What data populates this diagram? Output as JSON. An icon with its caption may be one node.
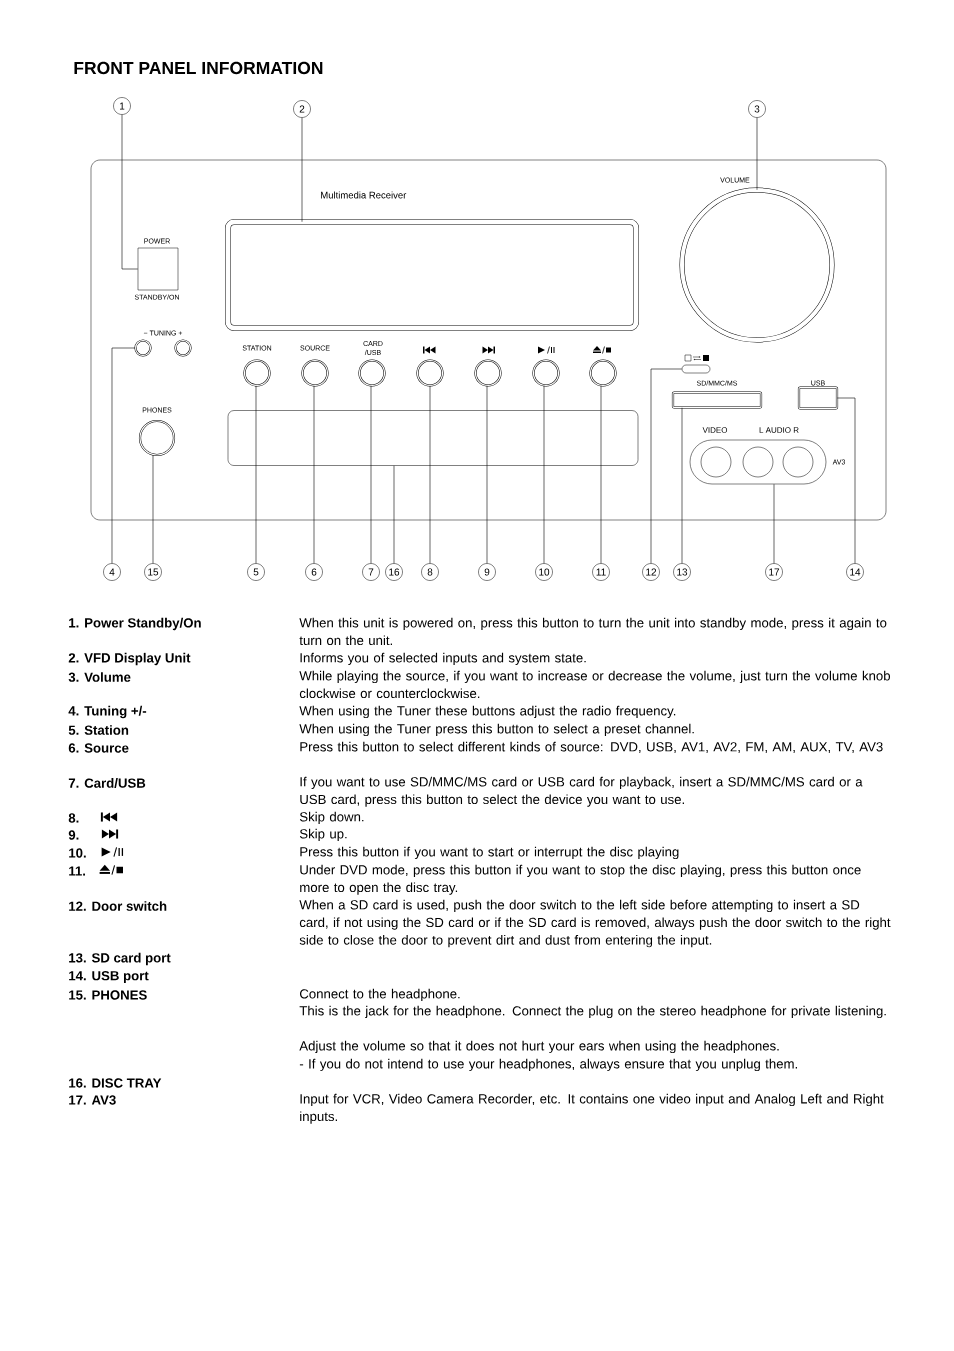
{
  "diagram": {
    "title": "FRONT PANEL INFORMATION",
    "nodes": [
      {
        "text": [
          "1"
        ]
      },
      {
        "text": [
          "2"
        ]
      },
      {
        "text": [
          "3"
        ]
      },
      {
        "text": [
          "4"
        ]
      },
      {
        "text": [
          "5"
        ]
      },
      {
        "text": [
          "6"
        ]
      },
      {
        "text": [
          "7"
        ]
      },
      {
        "text": [
          "8"
        ]
      },
      {
        "text": [
          "9"
        ]
      },
      {
        "text": [
          "10"
        ]
      },
      {
        "text": [
          "11"
        ]
      },
      {
        "text": [
          "12"
        ]
      },
      {
        "text": [
          "13"
        ]
      },
      {
        "text": [
          "14"
        ]
      },
      {
        "text": [
          "15"
        ]
      },
      {
        "text": [
          "16"
        ]
      },
      {
        "text": [
          "17"
        ]
      },
      {
        "text": [],
        "shape": "box",
        "beside": [
          "POWER",
          "STANDBY/ON"
        ]
      },
      {
        "text": [],
        "shape": "box"
      },
      {
        "text": [],
        "shape": "circle"
      },
      {
        "text": [],
        "shape": "circle"
      },
      {
        "text": [],
        "shape": "circle"
      },
      {
        "text": [],
        "shape": "circle"
      },
      {
        "text": [],
        "shape": "circle"
      },
      {
        "text": [],
        "shape": "circle"
      },
      {
        "text": [],
        "shape": "circle"
      },
      {
        "text": [],
        "shape": "circle"
      },
      {
        "text": [],
        "shape": "circle"
      },
      {
        "text": [],
        "shape": "box"
      },
      {
        "text": [],
        "shape": "box"
      },
      {
        "text": [],
        "shape": "box",
        "beside": [
          "USB"
        ]
      },
      {
        "text": [],
        "shape": "circle"
      },
      {
        "text": [],
        "shape": "box"
      },
      {
        "text": [],
        "shape": "box"
      },
      {
        "text": [],
        "shape": "circle"
      }
    ],
    "edges": [
      {
        "from": 0,
        "to": 17,
        "arrow": "none"
      },
      {
        "from": 1,
        "to": 18,
        "arrow": "none"
      },
      {
        "from": 2,
        "to": 19,
        "arrow": "none"
      },
      {
        "from": 3,
        "to": 20,
        "arrow": "none"
      },
      {
        "from": 4,
        "to": 21,
        "arrow": "none"
      },
      {
        "from": 5,
        "to": 22,
        "arrow": "none"
      },
      {
        "from": 6,
        "to": 23,
        "arrow": "none"
      },
      {
        "from": 7,
        "to": 24,
        "arrow": "none"
      },
      {
        "from": 8,
        "to": 25,
        "arrow": "none"
      },
      {
        "from": 9,
        "to": 26,
        "arrow": "none"
      },
      {
        "from": 10,
        "to": 27,
        "arrow": "none"
      },
      {
        "from": 11,
        "to": 28,
        "arrow": "none"
      },
      {
        "from": 12,
        "to": 29,
        "arrow": "none"
      },
      {
        "from": 13,
        "to": 30,
        "arrow": "none"
      },
      {
        "from": 14,
        "to": 31,
        "arrow": "none"
      },
      {
        "from": 15,
        "to": 32,
        "arrow": "none"
      },
      {
        "from": 16,
        "to": 33,
        "arrow": "none"
      }
    ],
    "labels": [
      "Multimedia Receiver",
      "VOLUME",
      "− TUNING +",
      "STATION",
      "SOURCE",
      "CARD /USB",
      "PHONES",
      "SD/MMC/MS",
      "VIDEO",
      "L AUDIO R",
      "AV3",
      "1. Power Standby/On",
      "When this unit is powered on, press this button to turn the unit into standby mode, press it again to turn on the unit.",
      "2. VFD Display Unit",
      "Informs you of selected inputs and system state.",
      "3. Volume",
      "While playing the source, if you want to increase or decrease the volume, just turn the volume knob clockwise or counterclockwise.",
      "4. Tuning +/-",
      "When using the Tuner these buttons adjust the radio frequency.",
      "5. Station",
      "When using the Tuner press this button to select a preset channel.",
      "6. Source",
      "Press this button to select different kinds of source: DVD, USB, AV1, AV2, FM, AM, AUX, TV, AV3",
      "7. Card/USB",
      "If you want to use SD/MMC/MS card or USB card for playback, insert a SD/MMC/MS card or a USB card, press this button to select the device you want to use.",
      "8.",
      "Skip down.",
      "9.",
      "Skip up.",
      "10.",
      "Press this button if you want to start or interrupt the disc playing",
      "11.",
      "Under DVD mode, press this button if you want to stop the disc playing, press this button once more to open the disc tray.",
      "12. Door switch",
      "When a SD card is used, push the door switch to the left side before attempting to insert a SD card, if not using the SD card or if the SD card is removed, always push the door switch to the right side to close the door to prevent dirt and dust from entering the input.",
      "13. SD card port",
      "14. USB port",
      "15. PHONES",
      "Connect to the headphone.",
      "This is the jack for the headphone. Connect the plug on the stereo headphone for private listening.",
      "Adjust the volume so that it does not hurt your ears when using the headphones.",
      "- If you do not intend to use your headphones, always ensure that you unplug them.",
      "16. DISC TRAY",
      "17. AV3",
      "Input for VCR, Video Camera Recorder, etc. It contains one video input and Analog Left and Right inputs."
    ]
  }
}
